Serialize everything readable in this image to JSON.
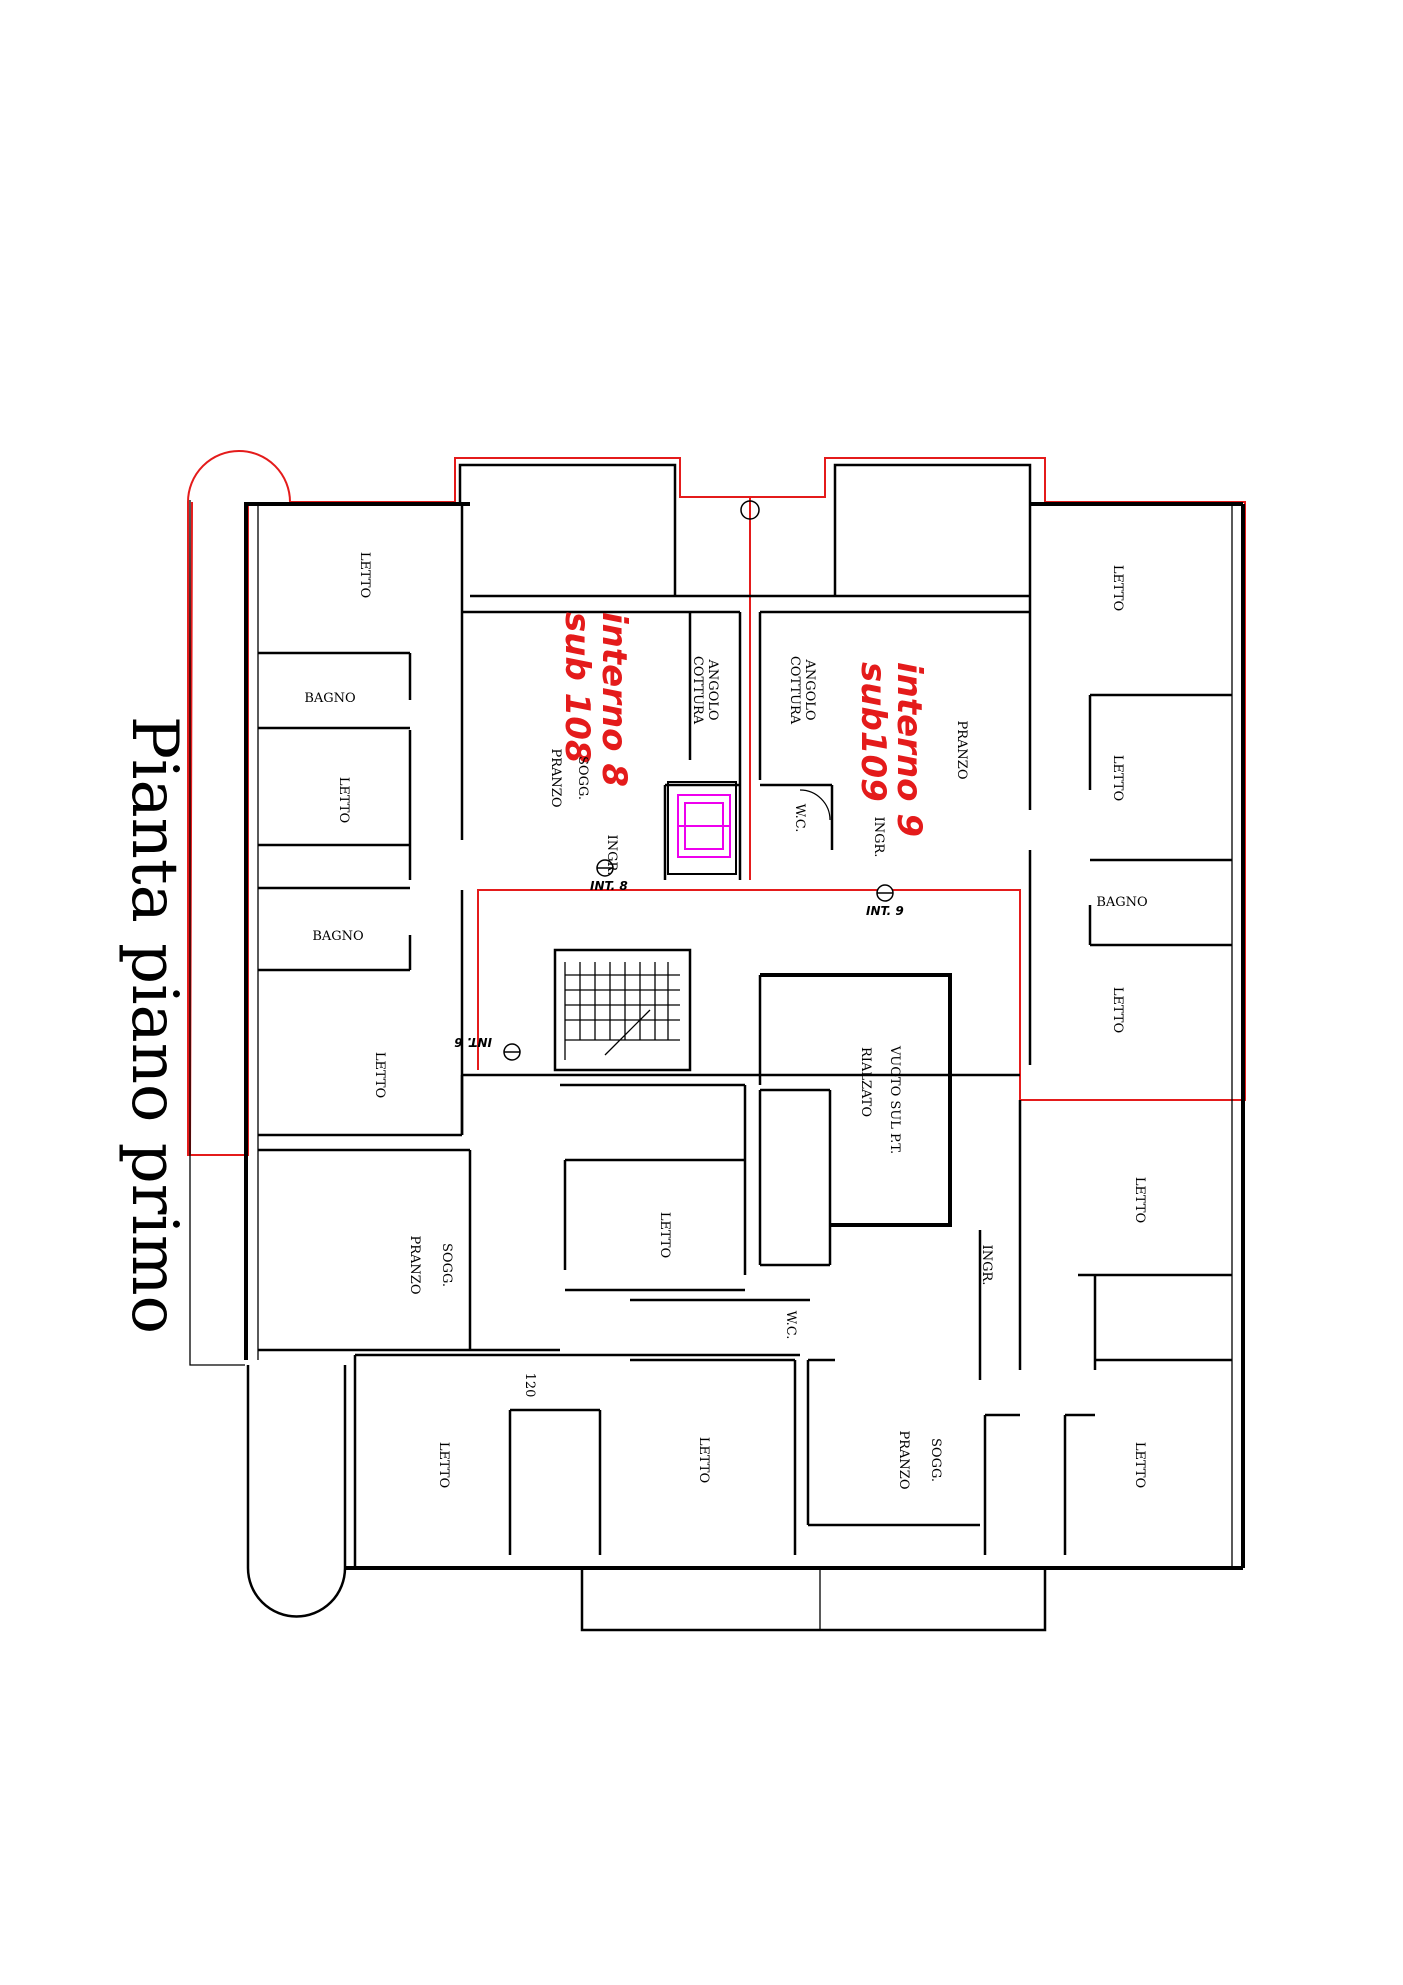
{
  "title": "Pianta piano primo",
  "colors": {
    "walls": "#000000",
    "boundary": "#e41b1b",
    "unit_labels": "#e41b1b",
    "elevator": "#ee00ee"
  },
  "units": {
    "int8_name": "interno 8",
    "int8_sub": "sub 108",
    "int9_name": "interno 9",
    "int9_sub": "sub109"
  },
  "entrances": {
    "int8": "INT. 8",
    "int9": "INT. 9",
    "int6": "INT. 6"
  },
  "rooms": {
    "letto_1": "LETTO",
    "bagno_1": "BAGNO",
    "letto_2": "LETTO",
    "bagno_2": "BAGNO",
    "letto_3": "LETTO",
    "angolo_cottura_8_a": "ANGOLO",
    "angolo_cottura_8_b": "COTTURA",
    "sogg_pranzo_8_a": "SOGG.",
    "sogg_pranzo_8_b": "PRANZO",
    "ingr_8": "INGR.",
    "angolo_cottura_9_a": "ANGOLO",
    "angolo_cottura_9_b": "COTTURA",
    "wc_9": "W.C.",
    "pranzo_9": "PRANZO",
    "ingr_9": "INGR.",
    "letto_r1": "LETTO",
    "letto_r2": "LETTO",
    "bagno_r": "BAGNO",
    "letto_r3": "LETTO",
    "vuoto_a": "VUOTO SUL P.T.",
    "vuoto_b": "RIALZATO",
    "sogg_pranzo_6_a": "SOGG.",
    "sogg_pranzo_6_b": "PRANZO",
    "letto_6": "LETTO",
    "wc_6": "W.C.",
    "dim_120": "120",
    "letto_b1": "LETTO",
    "letto_b2": "LETTO",
    "ingr_se": "INGR.",
    "letto_e1": "LETTO",
    "sogg_pranzo_se_a": "SOGG.",
    "sogg_pranzo_se_b": "PRANZO",
    "letto_e2": "LETTO"
  }
}
